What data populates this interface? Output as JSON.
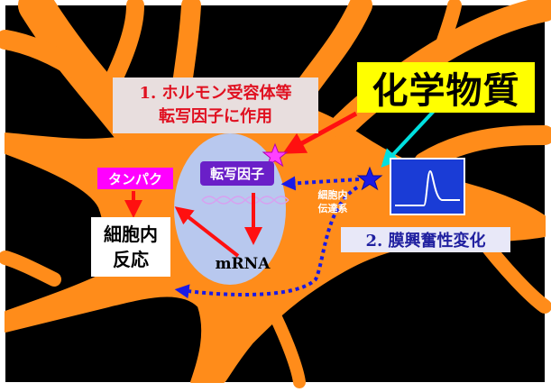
{
  "diagram": {
    "chemical_label": "化学物質",
    "receptor_label": {
      "line1": "1. ホルモン受容体等",
      "line2": "転写因子に作用"
    },
    "protein_label": "タンパク",
    "transcription_factor_label": "転写因子",
    "cell_response_label": {
      "line1": "細胞内",
      "line2": "反応"
    },
    "mrna_label": "mRNA",
    "second_messenger_label": {
      "line1": "細胞内",
      "line2": "伝達系"
    },
    "membrane_label": "2. 膜興奮性変化",
    "icons": [
      "star-magenta-icon",
      "star-blue-icon",
      "action-potential-icon",
      "dna-helix-icon"
    ],
    "colors": {
      "background": "#000000",
      "cell": "#ff8c1a",
      "nucleus": "#b8c8ee",
      "chemical_box": "#ffff00",
      "receptor_text": "#e01020",
      "protein_box": "#ff00ff",
      "tf_box": "#6a1fc8",
      "arrow_red": "#ff1010",
      "arrow_cyan": "#00e0e0",
      "arrow_blue_dotted": "#1a1ae6",
      "star_magenta": "#ff40ff",
      "star_blue": "#1a1ae6"
    }
  }
}
